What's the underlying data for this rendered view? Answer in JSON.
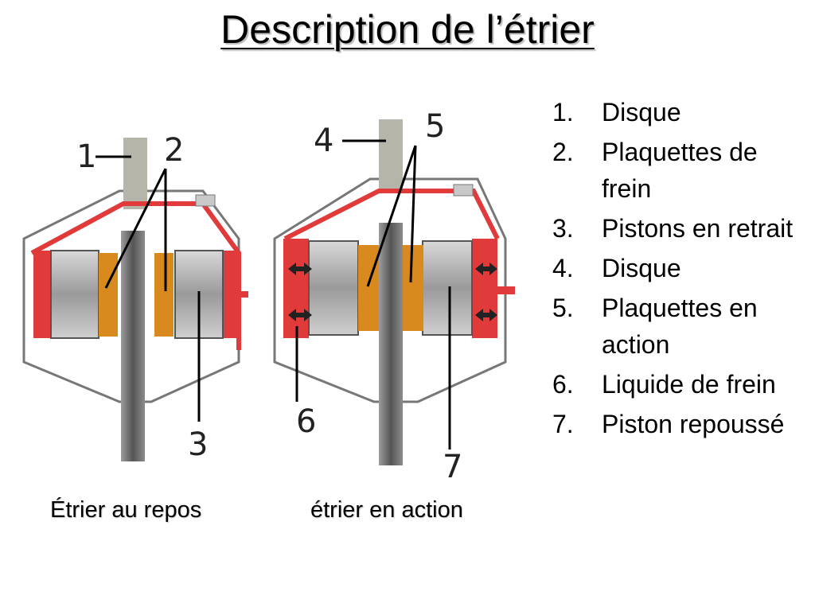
{
  "title": "Description de l’étrier",
  "captions": {
    "rest": "Étrier au repos",
    "action": "étrier en action"
  },
  "callout_numbers": [
    "1",
    "2",
    "3",
    "4",
    "5",
    "6",
    "7"
  ],
  "legend": [
    {
      "num": "1.",
      "text": "Disque"
    },
    {
      "num": "2.",
      "text": "Plaquettes de frein"
    },
    {
      "num": "3.",
      "text": "Pistons en retrait"
    },
    {
      "num": "4.",
      "text": "Disque"
    },
    {
      "num": "5.",
      "text": "Plaquettes en action"
    },
    {
      "num": "6.",
      "text": "Liquide de frein"
    },
    {
      "num": "7.",
      "text": "Piston repoussé"
    }
  ],
  "colors": {
    "fluid_red": "#e03a3a",
    "pad_orange": "#d98a1e",
    "piston_grey": "#a9a9a9",
    "disc_grey": "#7a7a7a"
  }
}
